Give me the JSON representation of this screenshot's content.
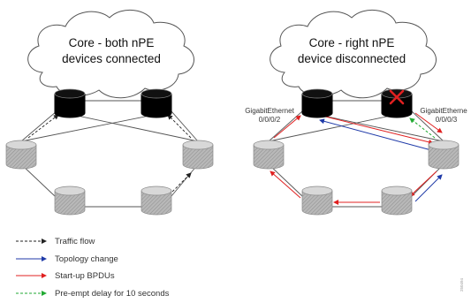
{
  "left_diagram": {
    "cloud_line1": "Core - both nPE",
    "cloud_line2": "devices connected"
  },
  "right_diagram": {
    "cloud_line1": "Core - right nPE",
    "cloud_line2": "device disconnected",
    "left_port_line1": "GigabitEthernet",
    "left_port_line2": "0/0/0/2",
    "right_port_line1": "GigabitEtherne",
    "right_port_line2": "0/0/0/3"
  },
  "legend": [
    {
      "label": "Traffic flow",
      "color": "#222222",
      "dashed": true
    },
    {
      "label": "Topology change",
      "color": "#1f3aa8",
      "dashed": false
    },
    {
      "label": "Start-up BPDUs",
      "color": "#e02020",
      "dashed": false
    },
    {
      "label": "Pre-empt delay for 10 seconds",
      "color": "#22aa33",
      "dashed": true
    }
  ],
  "figure_id": "250494",
  "colors": {
    "npe_device": "#000000",
    "upe_device": "#b5b5b5",
    "failure_x": "#e02020",
    "cloud_stroke": "#555555"
  },
  "icons": {
    "npe": "cylinder-black",
    "upe": "cylinder-grey-hatched",
    "failure": "red-x-mark"
  }
}
